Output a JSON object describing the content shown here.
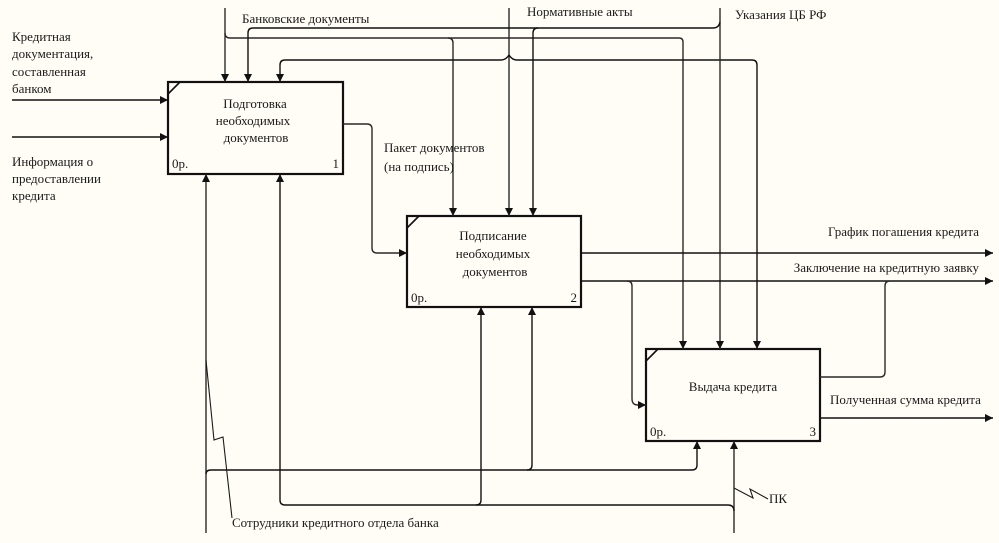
{
  "colors": {
    "background": "#fffdf5",
    "line": "#2a2a2a",
    "box_border": "#111111",
    "text": "#1a1a1a"
  },
  "diagram": {
    "boxes": [
      {
        "title_lines": [
          "Подготовка",
          "необходимых",
          "документов"
        ],
        "cost": "0р.",
        "number": "1"
      },
      {
        "title_lines": [
          "Подписание",
          "необходимых",
          "документов"
        ],
        "cost": "0р.",
        "number": "2"
      },
      {
        "title_lines": [
          "Выдача кредита"
        ],
        "cost": "0р.",
        "number": "3"
      }
    ],
    "inputs": [
      {
        "label_lines": [
          "Кредитная",
          "документация,",
          "составленная",
          "банком"
        ]
      },
      {
        "label_lines": [
          "Информация о",
          "предоставлении",
          "кредита"
        ]
      }
    ],
    "controls": [
      {
        "label": "Банковские документы"
      },
      {
        "label": "Нормативные акты"
      },
      {
        "label": "Указания ЦБ РФ"
      }
    ],
    "internal_arrows": [
      {
        "label_lines": [
          "Пакет документов",
          "(на подпись)"
        ]
      }
    ],
    "outputs": [
      {
        "label": "График погашения кредита"
      },
      {
        "label": "Заключение на кредитную заявку"
      },
      {
        "label": "Полученная сумма кредита"
      }
    ],
    "mechanisms": [
      {
        "label": "Сотрудники кредитного отдела банка"
      },
      {
        "label": "ПК"
      }
    ]
  }
}
